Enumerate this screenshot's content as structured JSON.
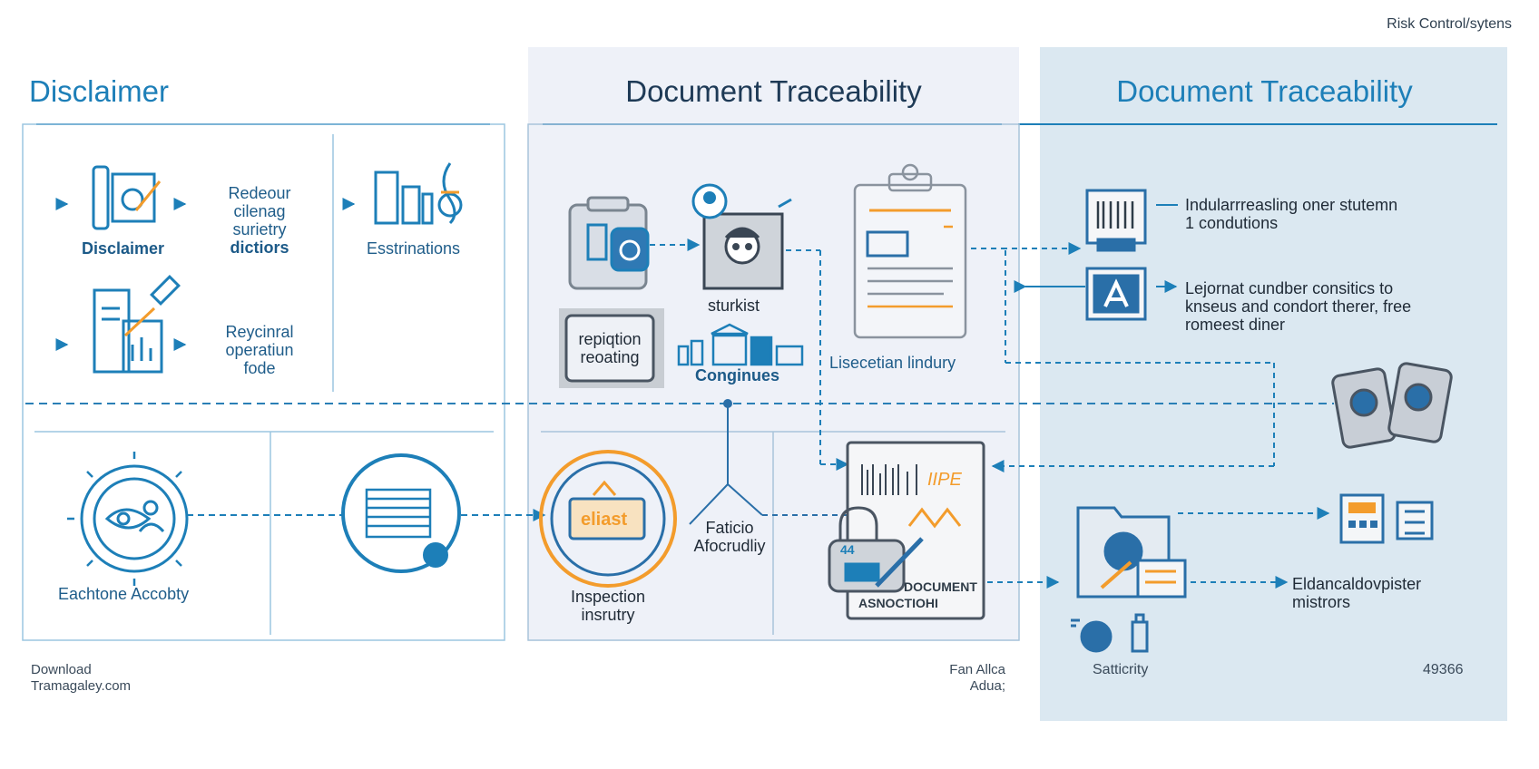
{
  "header": {
    "top_right": "Risk Control/sytens"
  },
  "sections": {
    "left": {
      "title": "Disclaimer"
    },
    "middle": {
      "title": "Document Traceability"
    },
    "right": {
      "title": "Document Traceability"
    }
  },
  "left_panel": {
    "disclaimer_label": "Disclaimer",
    "redeour_lines": [
      "Redeour",
      "cilenag",
      "surietry",
      "dictiors"
    ],
    "estrinations_label": "Esstrinations",
    "reycinral_lines": [
      "Reycinral",
      "operatiun",
      "fode"
    ],
    "eachtone_label": "Eachtone Accobty"
  },
  "middle_panel": {
    "repiqtion_lines": [
      "repiqtion",
      "reoating"
    ],
    "sturkist_label": "sturkist",
    "conginues_label": "Conginues",
    "lisecetian_label": "Lisecetian lindury",
    "inspection_lines": [
      "Inspection",
      "insrutry"
    ],
    "faticio_lines": [
      "Faticio",
      "Afocrudliy"
    ],
    "badge_text": "eliast",
    "document_card_lines": [
      "DOCUMENT",
      "ASNOCTIOHI"
    ],
    "document_card_tag": "IIPE",
    "lock_tag": "44"
  },
  "right_panel": {
    "indular_lines": [
      "Indularrreasling oner stutemn",
      "1 condutions"
    ],
    "lejornat_lines": [
      "Lejornat cundber consitics to",
      "knseus and condort therer, free",
      "romeest diner"
    ],
    "eldancal_lines": [
      "Eldancaldovpister",
      "mistrors"
    ],
    "satticrity_label": "Satticrity",
    "code_number": "49366"
  },
  "footer": {
    "download_lines": [
      "Download",
      "Tramagaley.com"
    ],
    "fan_lines": [
      "Fan Allca",
      "Adua;"
    ]
  },
  "colors": {
    "primary_blue": "#1d7fb8",
    "dark_blue": "#1e3a56",
    "orange": "#f39c2c",
    "gray": "#6b7480"
  }
}
